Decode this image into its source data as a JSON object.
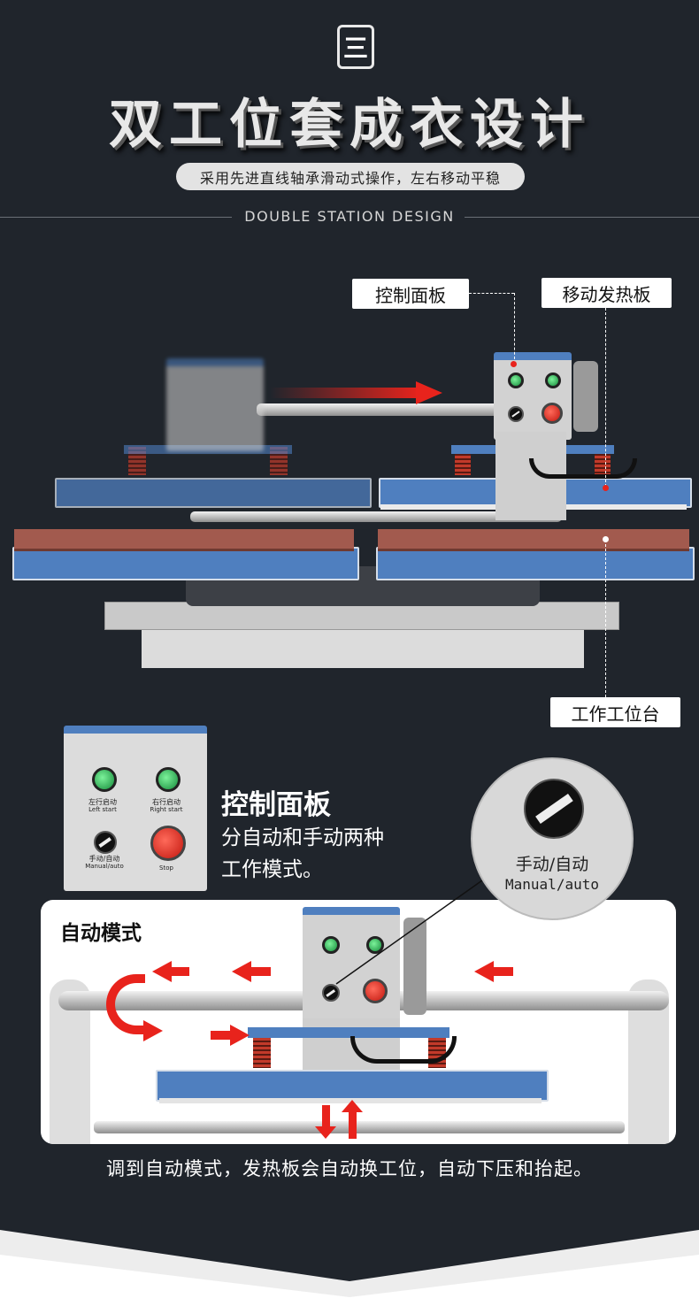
{
  "header": {
    "badge": "三",
    "title": "双工位套成衣设计",
    "pill": "采用先进直线轴承滑动式操作，左右移动平稳",
    "subtitle": "DOUBLE STATION DESIGN"
  },
  "callouts": {
    "control_panel": "控制面板",
    "moving_heat_plate": "移动发热板",
    "work_station": "工作工位台"
  },
  "panel": {
    "left_start_cn": "左行启动",
    "left_start_en": "Left start",
    "right_start_cn": "右行启动",
    "right_start_en": "Right start",
    "mode_cn": "手动/自动",
    "mode_en": "Manual/auto",
    "stop": "Stop"
  },
  "feature": {
    "title": "控制面板",
    "line1": "分自动和手动两种",
    "line2": "工作模式。"
  },
  "zoom": {
    "cn": "手动/自动",
    "en": "Manual/auto"
  },
  "auto": {
    "label": "自动模式",
    "caption": "调到自动模式，发热板会自动换工位，自动下压和抬起。"
  },
  "colors": {
    "background": "#20252c",
    "platen_blue": "#4f7fbf",
    "pad_red": "#a25a4e",
    "arrow_red": "#e8231c"
  }
}
